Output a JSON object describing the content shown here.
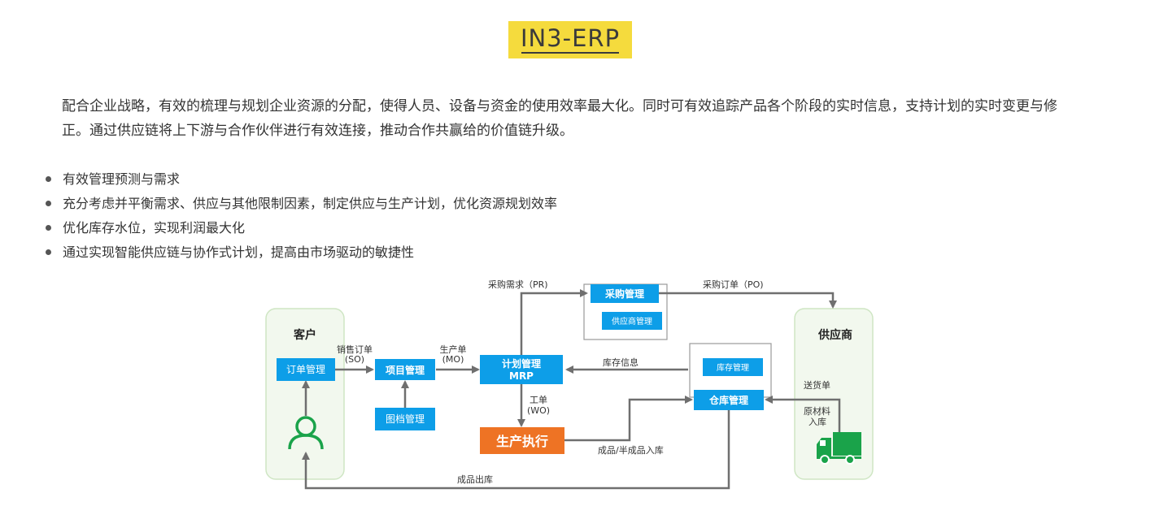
{
  "header": {
    "title": "IN3-ERP"
  },
  "intro": "配合企业战略，有效的梳理与规划企业资源的分配，使得人员、设备与资金的使用效率最大化。同时可有效追踪产品各个阶段的实时信息，支持计划的实时变更与修正。通过供应链将上下游与合作伙伴进行有效连接，推动合作共赢给的价值链升级。",
  "features": [
    "有效管理预测与需求",
    "充分考虑并平衡需求、供应与其他限制因素，制定供应与生产计划，优化资源规划效率",
    "优化库存水位，实现利润最大化",
    "通过实现智能供应链与协作式计划，提高由市场驱动的敏捷性"
  ],
  "diagram": {
    "colors": {
      "box": "#0d9ee8",
      "exec": "#ee7324",
      "panel": "#f2f8ee",
      "panel_border": "#cfe6c4",
      "icon": "#1aa34a",
      "line": "#6f6f6f"
    },
    "customer": {
      "title": "客户",
      "order_mgmt": "订单管理",
      "icon": "person-icon"
    },
    "supplier": {
      "title": "供应商",
      "delivery_note": "送货单",
      "raw_material_line1": "原材料",
      "raw_material_line2": "入库",
      "icon": "truck-icon"
    },
    "project_mgmt": "项目管理",
    "document_mgmt": "图档管理",
    "planning": {
      "line1": "计划管理",
      "line2": "MRP"
    },
    "production_exec": "生产执行",
    "purchase": {
      "title": "采购管理",
      "supplier_mgmt": "供应商管理"
    },
    "warehouse": {
      "title": "仓库管理",
      "inventory_mgmt": "库存管理"
    },
    "labels": {
      "sales_order_line1": "销售订单",
      "sales_order_line2": "(SO)",
      "mo_line1": "生产单",
      "mo_line2": "(MO)",
      "pr": "采购需求（PR)",
      "po": "采购订单（PO)",
      "inventory_info": "库存信息",
      "wo_line1": "工单",
      "wo_line2": "(WO)",
      "finished_in": "成品/半成品入库",
      "finished_out": "成品出库"
    }
  }
}
